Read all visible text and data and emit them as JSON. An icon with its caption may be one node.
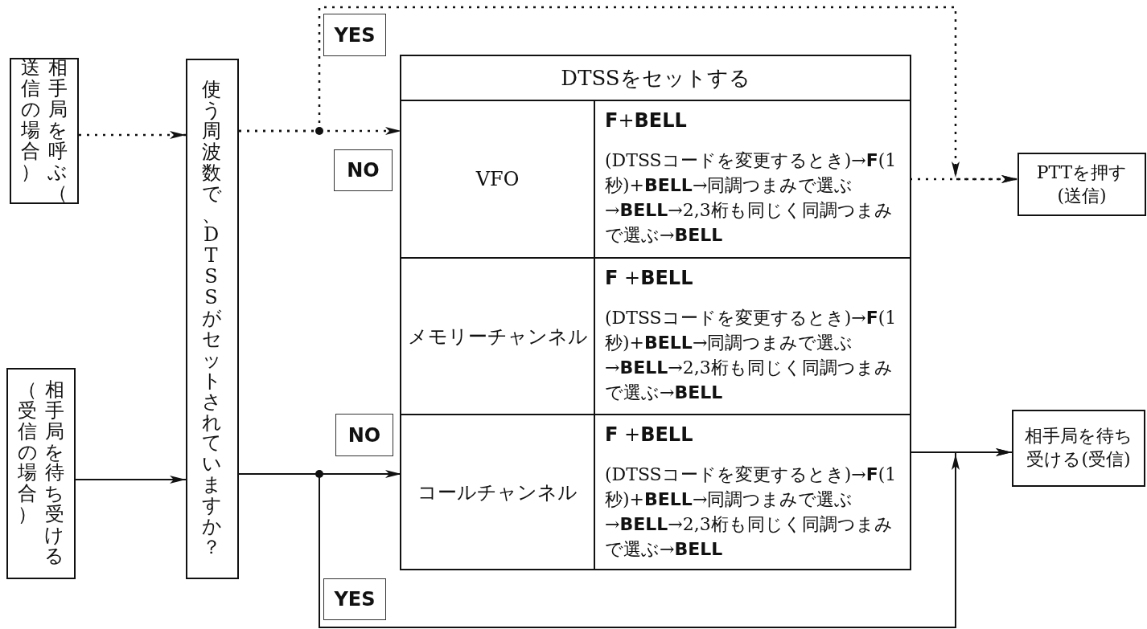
{
  "diagram": {
    "nodes": [
      {
        "text": [
          "相手局を呼ぶ（送信の場合）"
        ]
      },
      {
        "text": [
          "相手局を待ち受ける（受信の場合）"
        ]
      },
      {
        "text": [
          "使う周波数で、DTSSがセットされていますか？"
        ]
      },
      {
        "text": [
          "DTSSをセットする"
        ]
      },
      {
        "text": [
          "VFO",
          "**F**+**BELL**",
          "(DTSSコードを変更するとき)→**F**(1秒)+**BELL**→同調つまみで選ぶ→**BELL**→2,3桁も同じく同調つまみで選ぶ→**BELL**"
        ],
        "in": 3
      },
      {
        "text": [
          "メモリーチャンネル",
          "**F** +**BELL**",
          "(DTSSコードを変更するとき)→**F**(1秒)+**BELL**→同調つまみで選ぶ→**BELL**→2,3桁も同じく同調つまみで選ぶ→**BELL**"
        ],
        "in": 3
      },
      {
        "text": [
          "コールチャンネル",
          "**F** +**BELL**",
          "(DTSSコードを変更するとき)→**F**(1秒)+**BELL**→同調つまみで選ぶ→**BELL**→2,3桁も同じく同調つまみで選ぶ→**BELL**"
        ],
        "in": 3
      },
      {
        "text": [
          "PTTを押す(送信)"
        ]
      },
      {
        "text": [
          "相手局を待ち受ける(受信)"
        ]
      }
    ],
    "edges": [
      {
        "from": 0,
        "to": 2,
        "arrow": "to",
        "style": "dashed"
      },
      {
        "from": 1,
        "to": 2,
        "arrow": "to"
      },
      {
        "from": 2,
        "to": 4,
        "arrow": "to",
        "label": "NO",
        "style": "dashed"
      },
      {
        "from": 2,
        "to": 7,
        "arrow": "to",
        "label": "YES",
        "style": "dashed"
      },
      {
        "from": 4,
        "to": 7,
        "arrow": "to",
        "style": "dashed"
      },
      {
        "from": 2,
        "to": 6,
        "arrow": "to",
        "label": "NO"
      },
      {
        "from": 2,
        "to": 8,
        "arrow": "to",
        "label": "YES"
      },
      {
        "from": 6,
        "to": 8,
        "arrow": "to"
      }
    ]
  }
}
